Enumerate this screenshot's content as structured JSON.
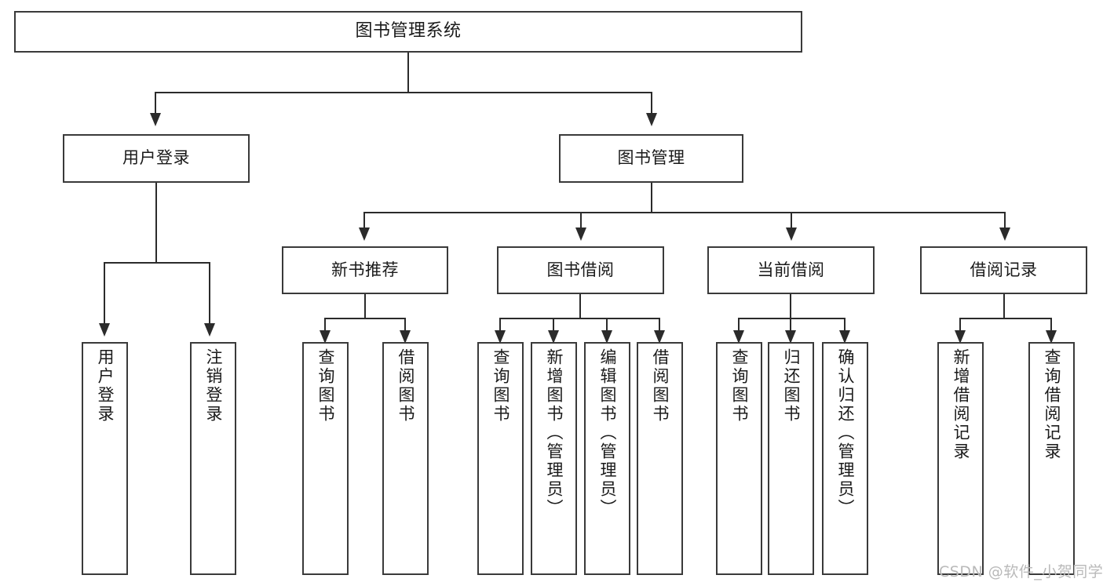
{
  "diagram": {
    "title": "图书管理系统",
    "type": "tree",
    "background_color": "#ffffff",
    "line_color": "#2b2b2b",
    "text_color": "#1a1a1a"
  },
  "root": {
    "label": "图书管理系统"
  },
  "level1": [
    {
      "label": "用户登录"
    },
    {
      "label": "图书管理"
    }
  ],
  "level2": [
    {
      "label": "新书推荐"
    },
    {
      "label": "图书借阅"
    },
    {
      "label": "当前借阅"
    },
    {
      "label": "借阅记录"
    }
  ],
  "leaves": {
    "user_login": [
      {
        "label": "用户登录"
      },
      {
        "label": "注销登录"
      }
    ],
    "new_book_recommend": [
      {
        "label": "查询图书"
      },
      {
        "label": "借阅图书"
      }
    ],
    "book_borrow": [
      {
        "label": "查询图书"
      },
      {
        "label": "新增图书（管理员）"
      },
      {
        "label": "编辑图书（管理员）"
      },
      {
        "label": "借阅图书"
      }
    ],
    "current_borrow": [
      {
        "label": "查询图书"
      },
      {
        "label": "归还图书"
      },
      {
        "label": "确认归还（管理员）"
      }
    ],
    "borrow_record": [
      {
        "label": "新增借阅记录"
      },
      {
        "label": "查询借阅记录"
      }
    ]
  },
  "watermark": {
    "text": "CSDN @软件_小贺同学",
    "color": "#b9b9b9"
  }
}
